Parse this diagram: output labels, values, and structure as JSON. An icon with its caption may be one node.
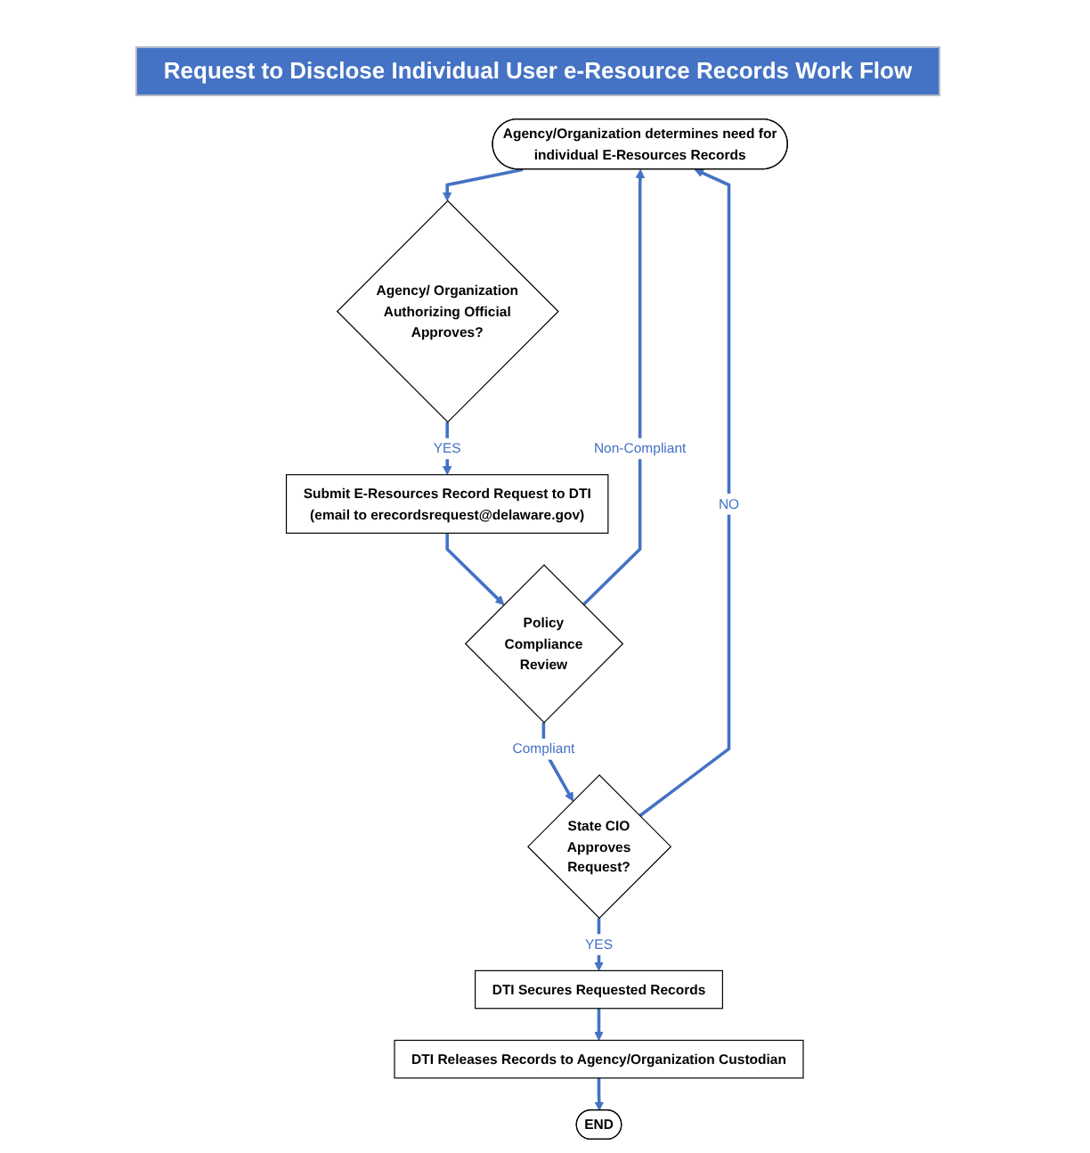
{
  "diagram": {
    "title": "Request to Disclose Individual User e-Resource Records Work Flow",
    "nodes": [
      {
        "text": [
          "Agency/Organization determines need for individual E-Resources Records"
        ]
      },
      {
        "text": [
          "Agency/ Organization Authorizing Official Approves?"
        ]
      },
      {
        "text": [
          "Submit E-Resources Record Request to DTI",
          "(email to erecordsrequest@delaware.gov)"
        ]
      },
      {
        "text": [
          "Policy Compliance Review"
        ]
      },
      {
        "text": [
          "State CIO Approves Request?"
        ]
      },
      {
        "text": [
          "DTI Secures Requested Records"
        ]
      },
      {
        "text": [
          "DTI Releases Records to Agency/Organization Custodian"
        ]
      },
      {
        "text": [
          "END"
        ]
      }
    ],
    "edges": [
      {
        "from": 0,
        "to": 1,
        "arrow": "to"
      },
      {
        "from": 1,
        "to": 2,
        "arrow": "to",
        "label": "YES"
      },
      {
        "from": 2,
        "to": 3,
        "arrow": "to"
      },
      {
        "from": 3,
        "to": 0,
        "arrow": "to",
        "label": "Non-Compliant"
      },
      {
        "from": 3,
        "to": 4,
        "arrow": "to",
        "label": "Compliant"
      },
      {
        "from": 4,
        "to": 0,
        "arrow": "to",
        "label": "NO"
      },
      {
        "from": 4,
        "to": 5,
        "arrow": "to",
        "label": "YES"
      },
      {
        "from": 5,
        "to": 6,
        "arrow": "to"
      },
      {
        "from": 6,
        "to": 7,
        "arrow": "to"
      }
    ]
  }
}
